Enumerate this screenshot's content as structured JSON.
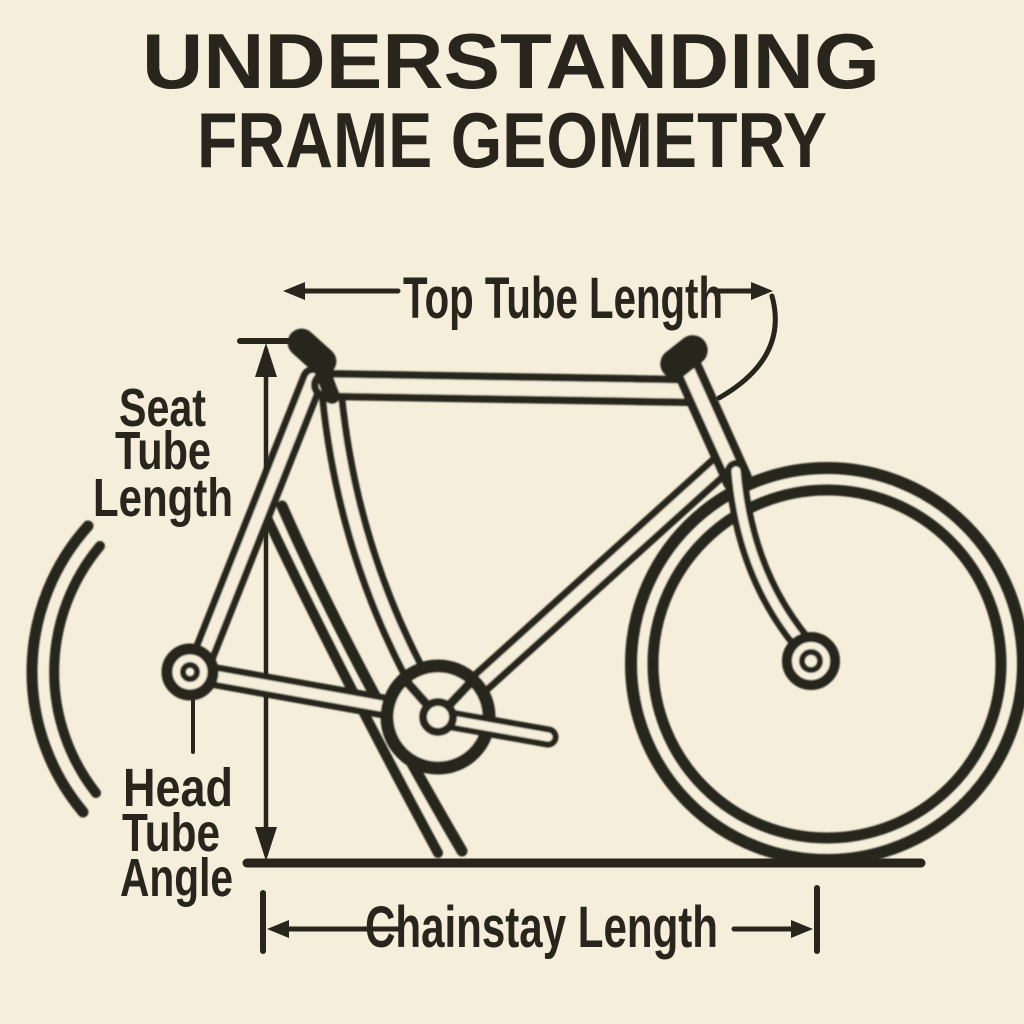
{
  "colors": {
    "background": "#f4eeda",
    "ink": "#28251c"
  },
  "title": {
    "line1": "UNDERSTANDING",
    "line2": "FRAME GEOMETRY"
  },
  "dimensions": {
    "top_tube": {
      "label": "Top Tube Length"
    },
    "seat_tube": {
      "line1": "Seat",
      "line2": "Tube",
      "line3": "Length"
    },
    "head_tube": {
      "line1": "Head",
      "line2": "Tube",
      "line3": "Angle"
    },
    "chainstay": {
      "label": "Chainstay Length"
    }
  }
}
